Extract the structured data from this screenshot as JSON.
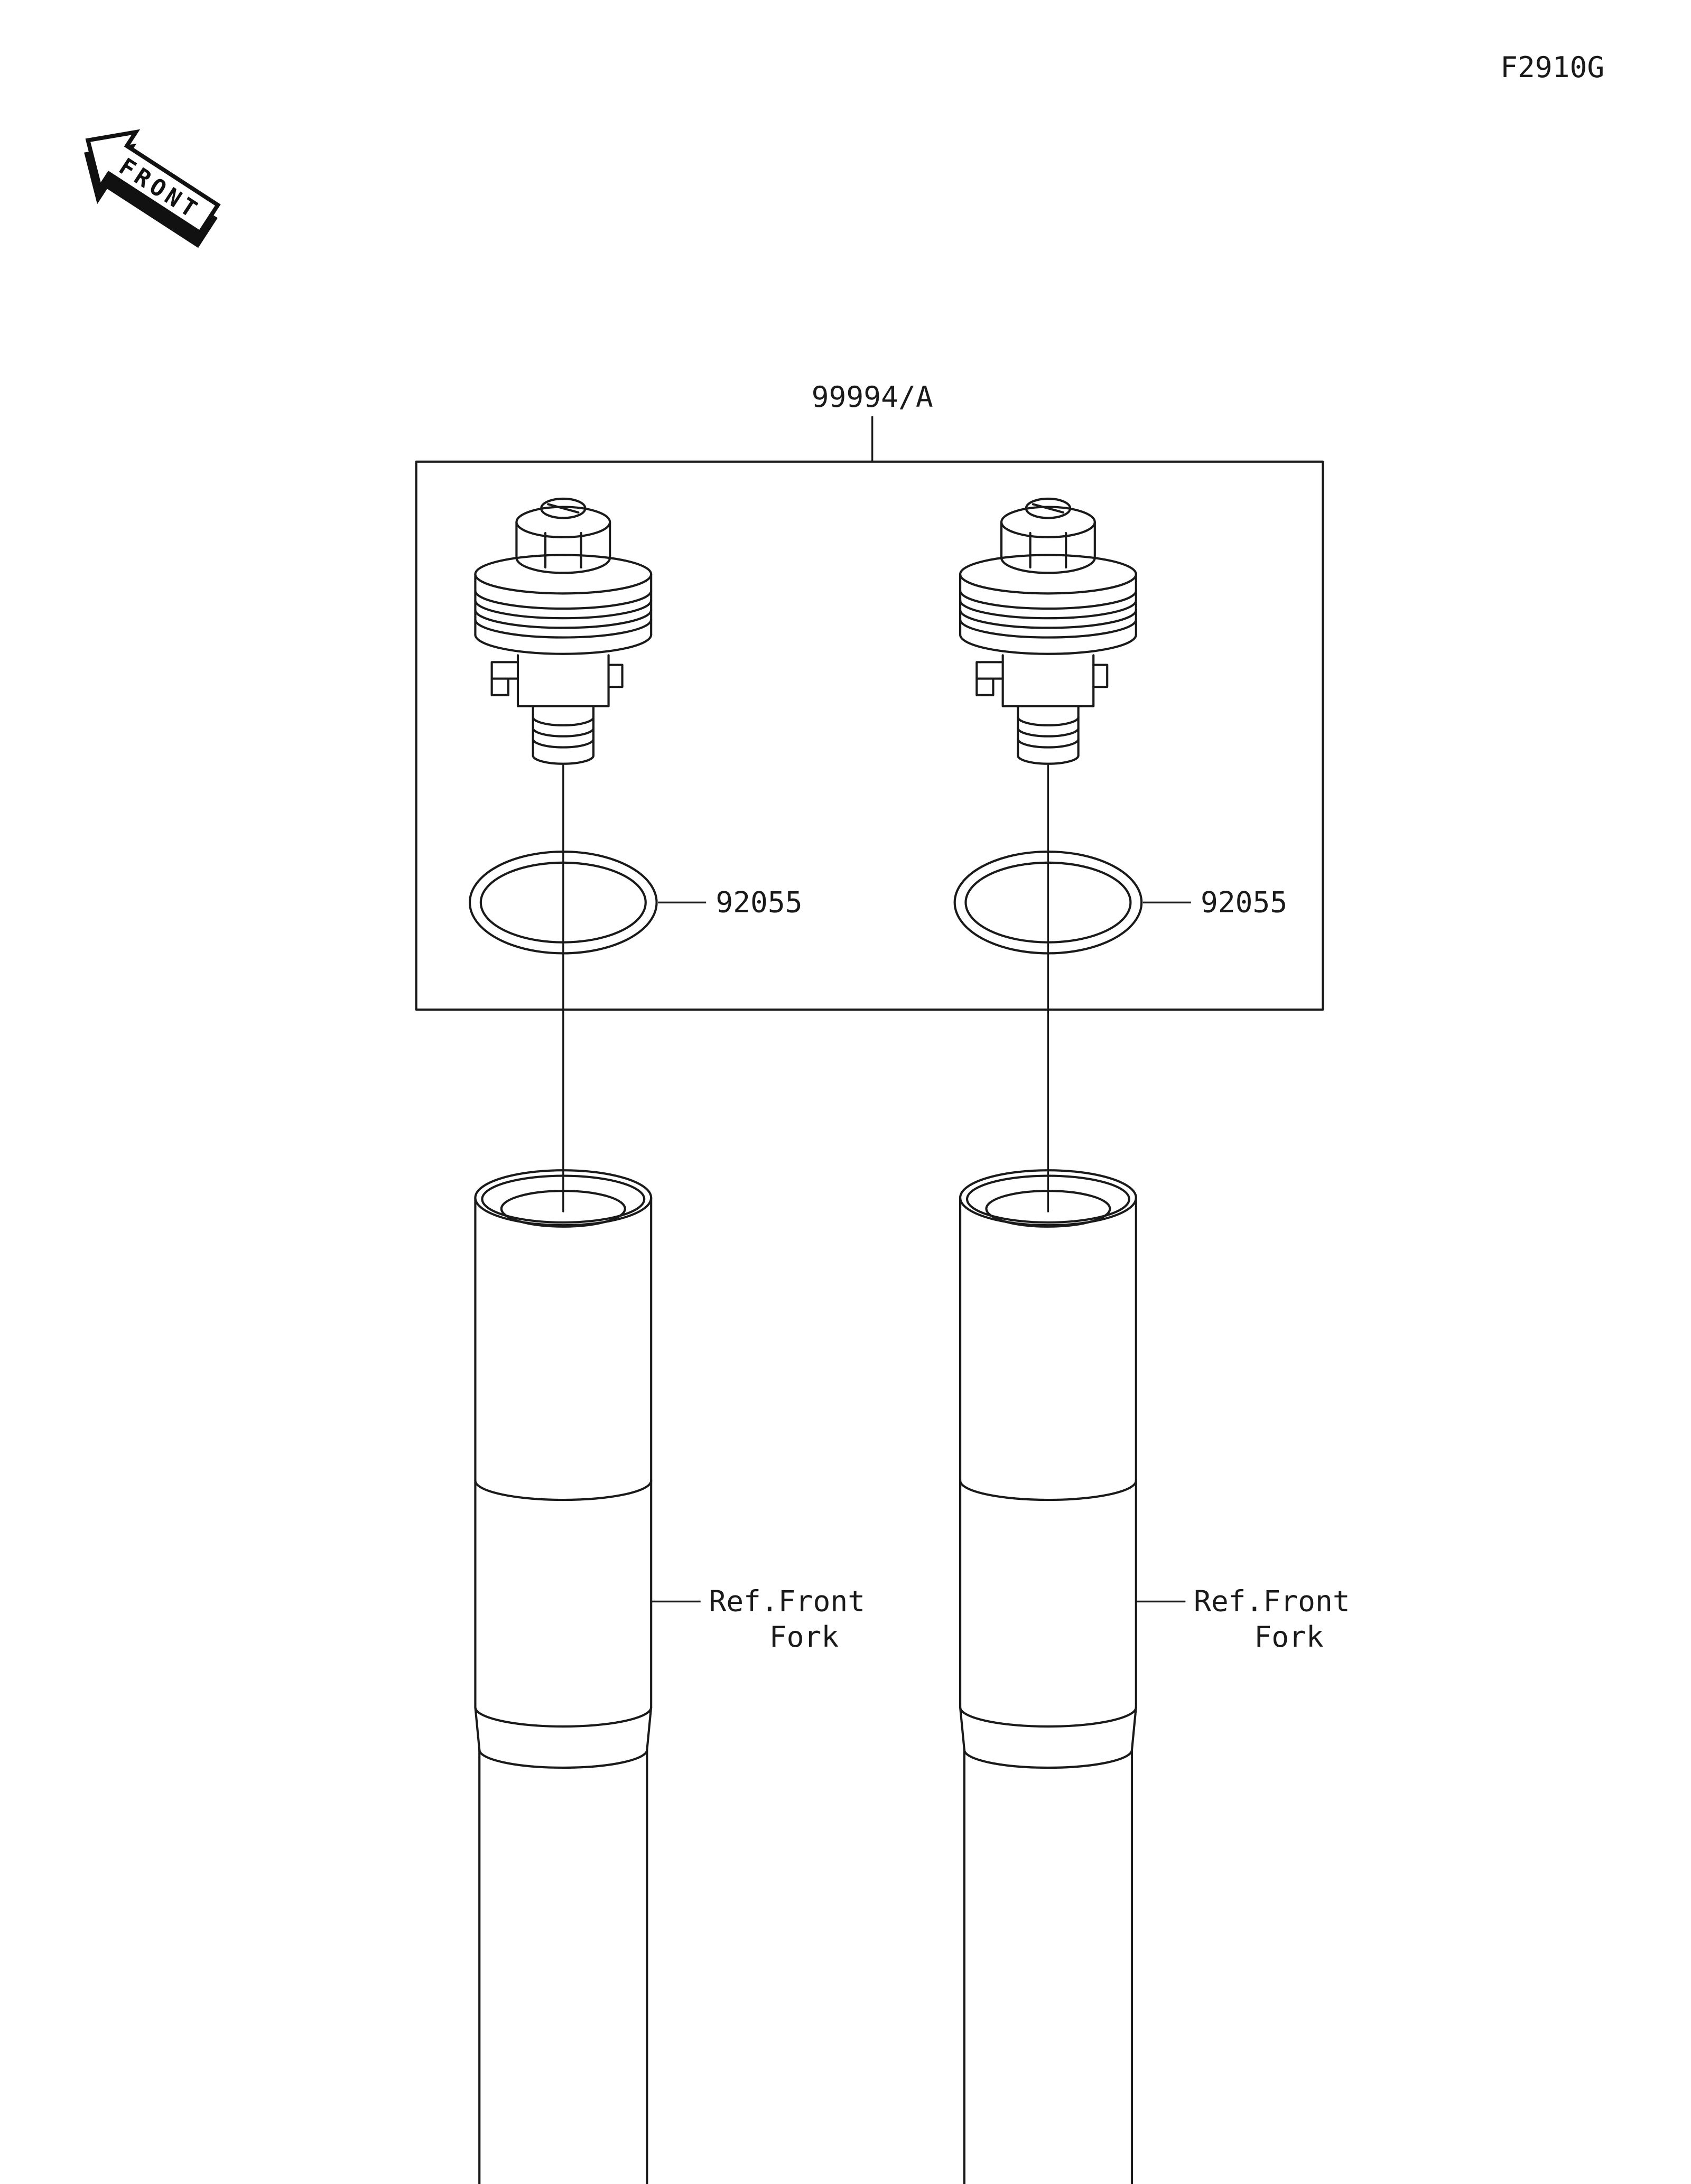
{
  "page_code": "F2910G",
  "front_badge": "FRONT",
  "kit": {
    "label": "99994/A"
  },
  "orings": {
    "left_label": "92055",
    "right_label": "92055"
  },
  "ref_fork": {
    "line1": "Ref.Front",
    "line2": "Fork"
  }
}
